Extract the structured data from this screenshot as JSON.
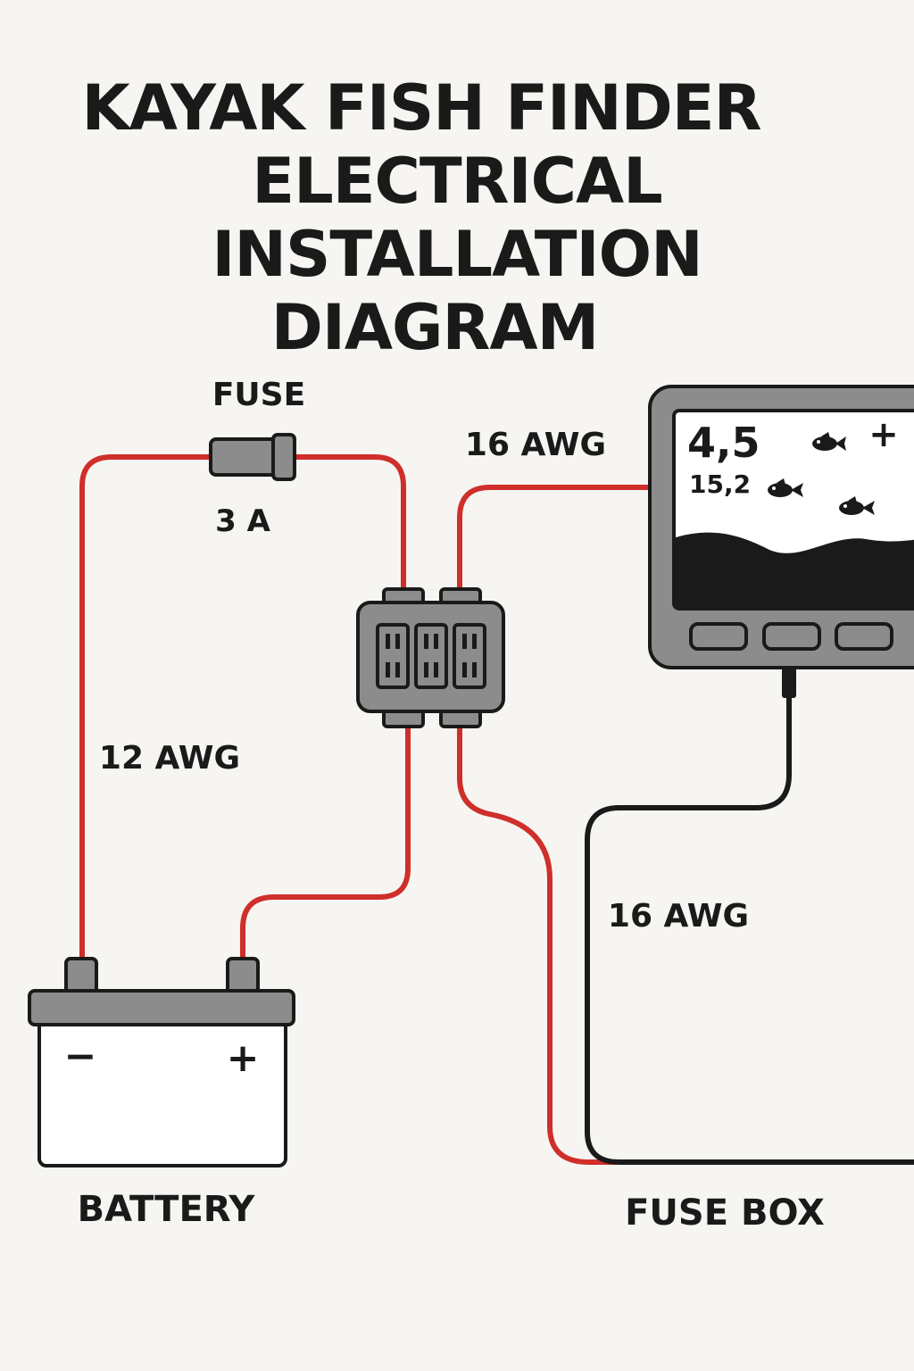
{
  "title": {
    "line1": "KAYAK FISH FINDER",
    "line2": "ELECTRICAL INSTALLATION",
    "line3": "DIAGRAM"
  },
  "labels": {
    "fuse": "FUSE",
    "fuse_rating": "3 A",
    "wire_main": "12 AWG",
    "wire_finder": "16 AWG",
    "wire_ground": "16 AWG",
    "battery": "BATTERY",
    "fuse_box": "FUSE BOX"
  },
  "battery": {
    "negative_symbol": "−",
    "positive_symbol": "+"
  },
  "fish_finder": {
    "depth_reading": "4,5",
    "secondary_reading": "15,2",
    "plus_symbol": "+",
    "fish_icons": [
      "fish-icon",
      "fish-icon",
      "fish-icon"
    ],
    "button_count": 3
  },
  "colors": {
    "positive_wire": "#cf2f2b",
    "negative_wire": "#1a1a1a",
    "component_gray": "#8c8c8c",
    "background": "#f7f5f1"
  }
}
